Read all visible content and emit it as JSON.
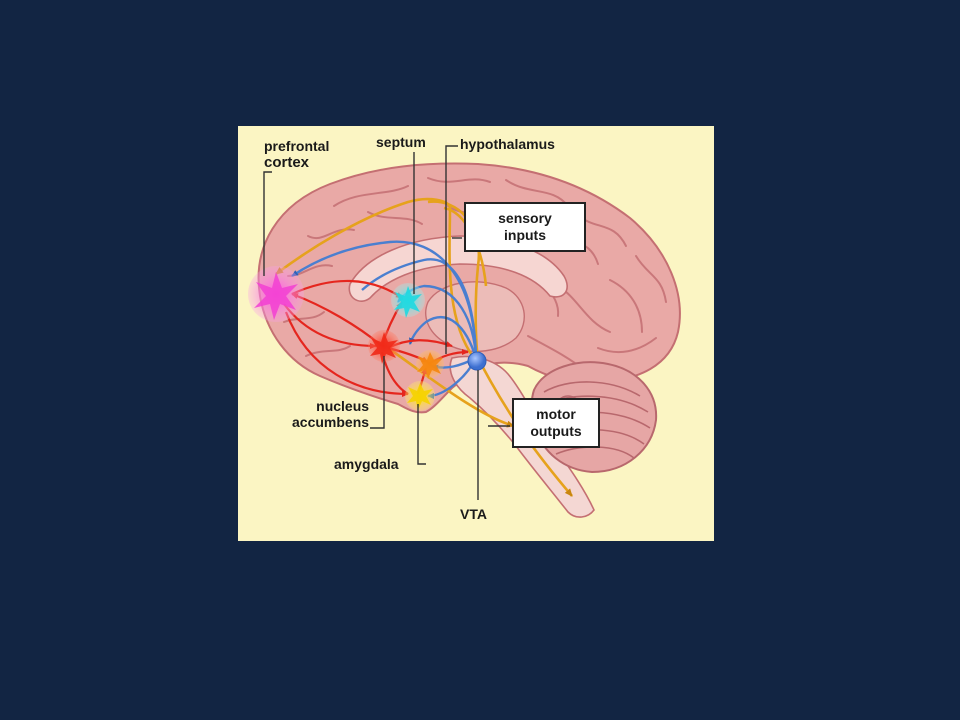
{
  "labels": {
    "prefrontal_line1": "prefrontal",
    "prefrontal_line2": "cortex",
    "septum": "septum",
    "hypothalamus": "hypothalamus",
    "nucleus_line1": "nucleus",
    "nucleus_line2": "accumbens",
    "amygdala": "amygdala",
    "vta": "VTA"
  },
  "boxes": {
    "sensory_line1": "sensory",
    "sensory_line2": "inputs",
    "motor_line1": "motor",
    "motor_line2": "outputs"
  },
  "colors": {
    "slide_background": "#122543",
    "figure_background": "#fbf5c3",
    "brain_tissue": "#e9a9a6",
    "cerebellum": "#e6a6a5",
    "pathway_red": "#e5261e",
    "pathway_blue": "#4a7fd0",
    "pathway_orange": "#e6a21c",
    "prefrontal_node": "#f26fd6",
    "septum_node": "#5fe5e8",
    "accumbens_node": "#f03a28",
    "hypothalamus_node": "#f39a1e",
    "amygdala_node": "#f6d80f",
    "vta_node": "#5b8de0"
  }
}
